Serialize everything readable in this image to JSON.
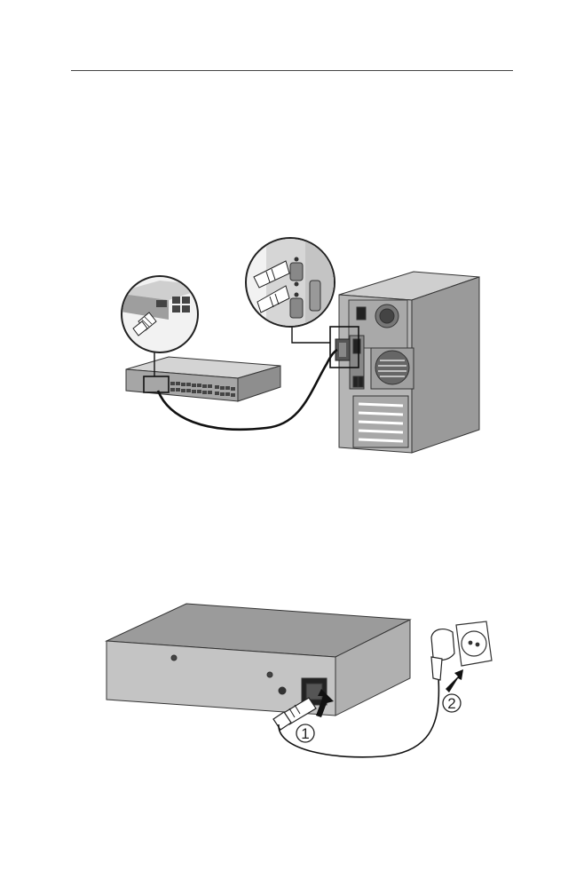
{
  "diagram": {
    "console_figure": {
      "devices": [
        "switch",
        "computer"
      ],
      "icons": [
        "rj45-plug-icon",
        "db9-serial-connector-icon"
      ]
    },
    "power_figure": {
      "step_labels": [
        "1",
        "2"
      ],
      "icons": [
        "iec-power-plug-icon",
        "wall-socket-icon",
        "arrow-icon"
      ]
    }
  }
}
